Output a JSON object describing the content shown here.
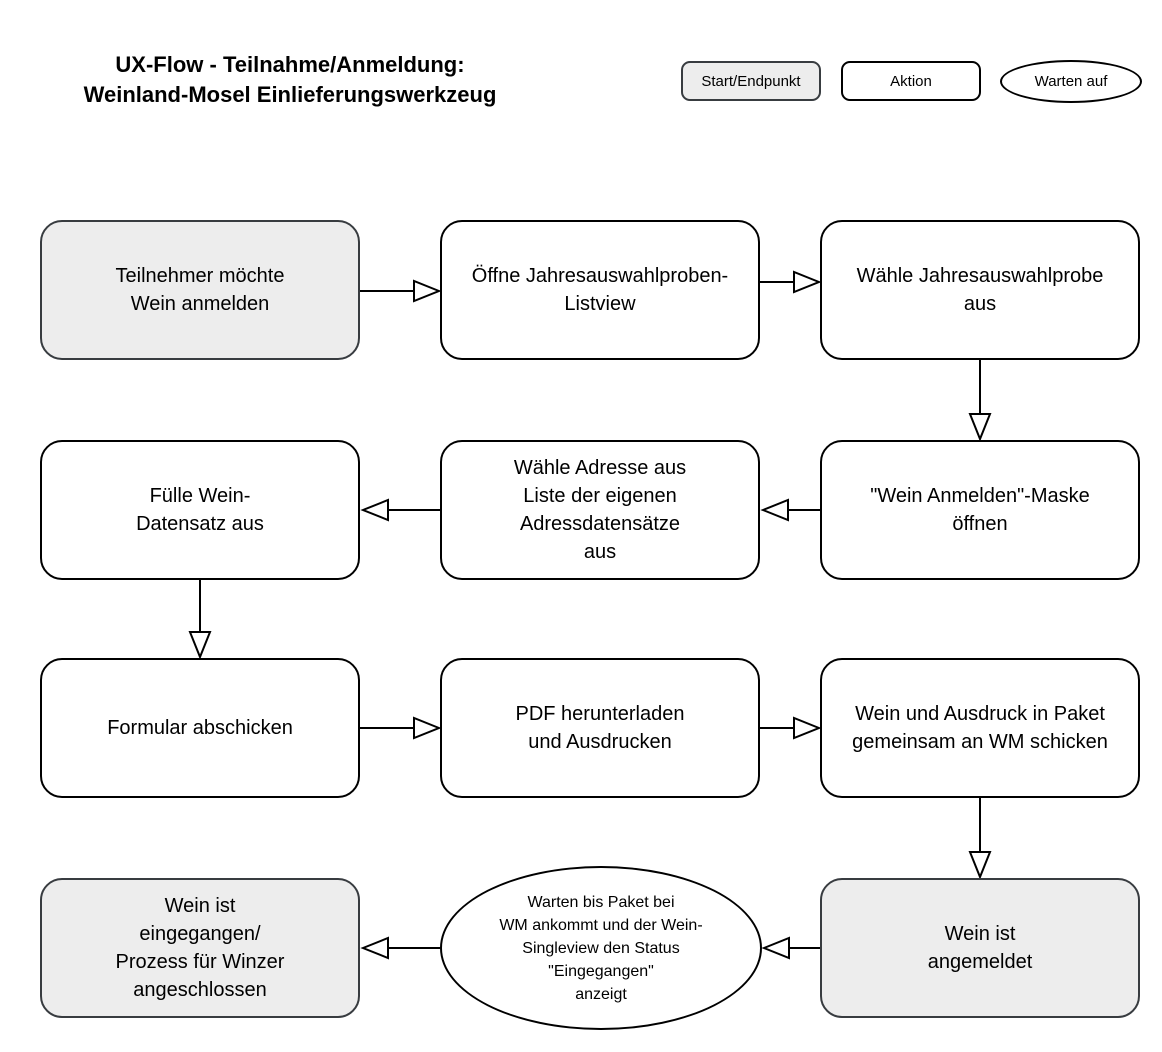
{
  "title": "UX-Flow - Teilnahme/Anmeldung:\nWeinland-Mosel Einlieferungswerkzeug",
  "legend": {
    "start_end": "Start/Endpunkt",
    "action": "Aktion",
    "wait": "Warten auf"
  },
  "colors": {
    "start_end_fill": "#ededed",
    "start_end_border": "#383c40",
    "action_fill": "#ffffff",
    "action_border": "#000000",
    "line": "#000000"
  },
  "nodes": {
    "start": {
      "type": "start-end",
      "label": "Teilnehmer möchte\nWein anmelden"
    },
    "open_listview": {
      "type": "action",
      "label": "Öffne Jahresauswahlproben-\nListview"
    },
    "choose_probe": {
      "type": "action",
      "label": "Wähle Jahresauswahlprobe\naus"
    },
    "open_mask": {
      "type": "action",
      "label": "\"Wein Anmelden\"-Maske\nöffnen"
    },
    "choose_address": {
      "type": "action",
      "label": "Wähle Adresse aus\nListe der eigenen\nAdressdatensätze\naus"
    },
    "fill_record": {
      "type": "action",
      "label": "Fülle Wein-\nDatensatz aus"
    },
    "submit_form": {
      "type": "action",
      "label": "Formular abschicken"
    },
    "download_pdf": {
      "type": "action",
      "label": "PDF herunterladen\nund Ausdrucken"
    },
    "send_package": {
      "type": "action",
      "label": "Wein und Ausdruck in Paket\ngemeinsam an WM schicken"
    },
    "wine_registered": {
      "type": "start-end",
      "label": "Wein ist\nangemeldet"
    },
    "wait_package": {
      "type": "wait",
      "label": "Warten bis Paket bei\nWM ankommt und der Wein-\nSingleview den Status\n\"Eingegangen\"\nanzeigt"
    },
    "wine_received": {
      "type": "start-end",
      "label": "Wein ist\neingegangen/\nProzess für Winzer\nangeschlossen"
    }
  },
  "edges": [
    {
      "from": "start",
      "to": "open_listview"
    },
    {
      "from": "open_listview",
      "to": "choose_probe"
    },
    {
      "from": "choose_probe",
      "to": "open_mask"
    },
    {
      "from": "open_mask",
      "to": "choose_address"
    },
    {
      "from": "choose_address",
      "to": "fill_record"
    },
    {
      "from": "fill_record",
      "to": "submit_form"
    },
    {
      "from": "submit_form",
      "to": "download_pdf"
    },
    {
      "from": "download_pdf",
      "to": "send_package"
    },
    {
      "from": "send_package",
      "to": "wine_registered"
    },
    {
      "from": "wine_registered",
      "to": "wait_package"
    },
    {
      "from": "wait_package",
      "to": "wine_received"
    }
  ]
}
